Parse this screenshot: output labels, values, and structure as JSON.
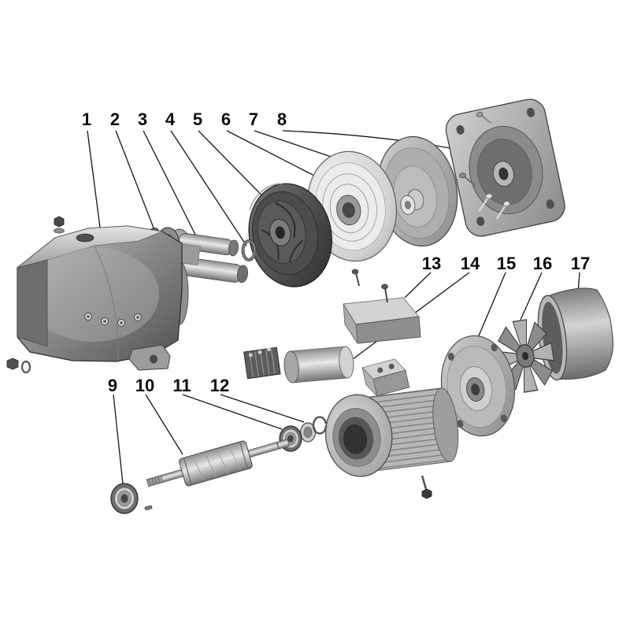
{
  "figure": {
    "type": "exploded-parts-diagram",
    "background": "#ffffff",
    "ink_color": "#111111",
    "callouts": [
      "1",
      "2",
      "3",
      "4",
      "5",
      "6",
      "7",
      "8",
      "9",
      "10",
      "11",
      "12",
      "13",
      "14",
      "15",
      "16",
      "17"
    ]
  }
}
